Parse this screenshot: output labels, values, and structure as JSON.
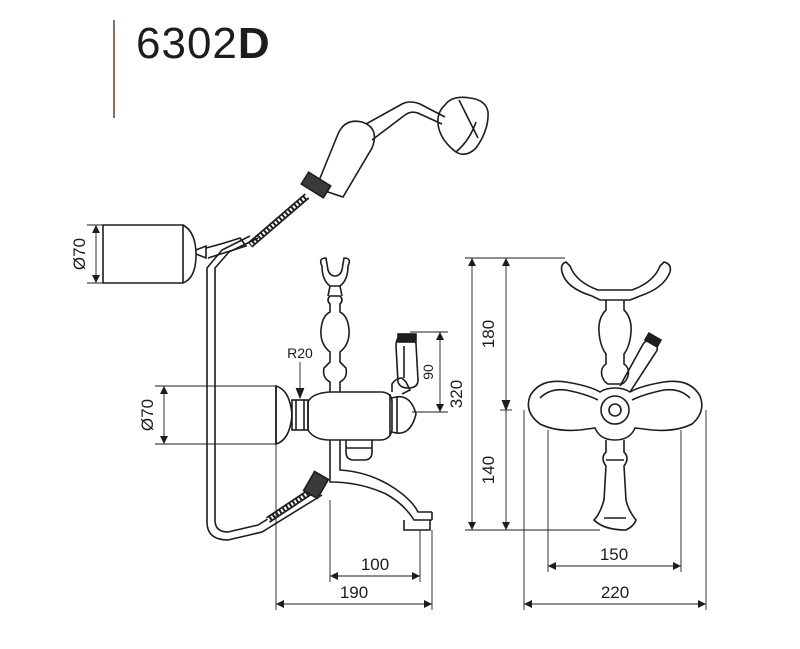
{
  "title": {
    "model_number": "6302",
    "suffix": "D"
  },
  "dimensions": {
    "diameter_wall_top": "Ø70",
    "diameter_wall_body": "Ø70",
    "radius": "R20",
    "lever_height": "90",
    "total_height": "320",
    "upper_height": "180",
    "lower_height": "140",
    "spout_reach": "100",
    "depth": "190",
    "centres": "150",
    "width": "220"
  }
}
